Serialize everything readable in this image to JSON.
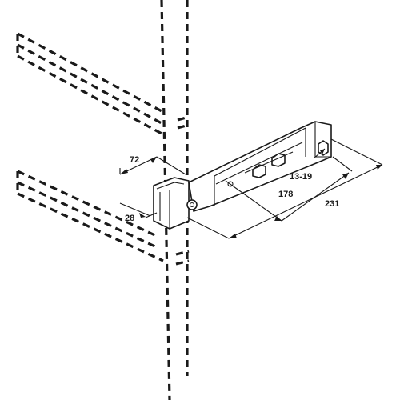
{
  "dimensions": {
    "width_flange": "72",
    "height_flange": "28",
    "slot_range": "13-19",
    "inner_length": "178",
    "overall_length": "231"
  }
}
